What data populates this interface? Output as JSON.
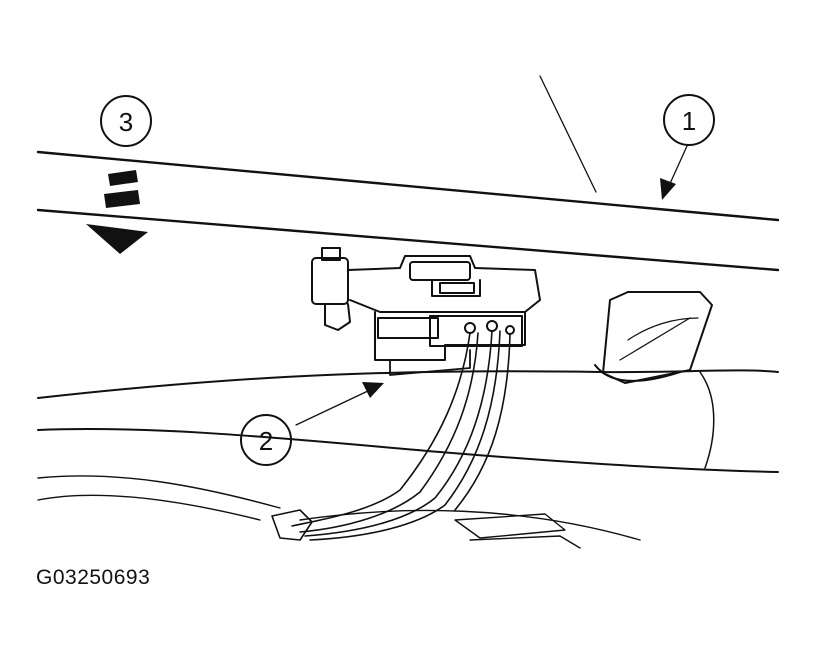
{
  "figure": {
    "id": "G03250693",
    "line_color": "#111111",
    "background": "#ffffff"
  },
  "callouts": [
    {
      "number": "1"
    },
    {
      "number": "2"
    },
    {
      "number": "3"
    }
  ],
  "icons": {
    "direction_indicator": "dashed-down-arrow-icon",
    "connector": "electrical-connector-icon"
  }
}
